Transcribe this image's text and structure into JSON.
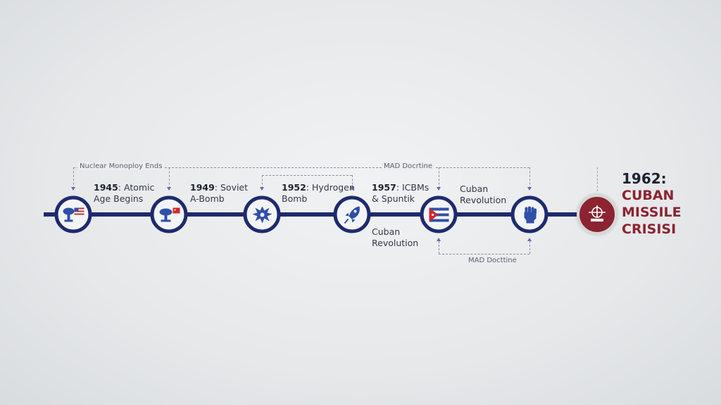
{
  "events": [
    {
      "year": "1945",
      "text_line1": ": Atomic",
      "text_line2": "Age Begins",
      "icon": "mushroom-cloud-us-flag-icon"
    },
    {
      "year": "1949",
      "text_line1": ": Soviet",
      "text_line2": "A-Bomb",
      "icon": "mushroom-cloud-soviet-flag-icon"
    },
    {
      "year": "1952",
      "text_line1": ": Hydrogen",
      "text_line2": "Bomb",
      "icon": "explosion-icon"
    },
    {
      "year": "1957",
      "text_line1": ": ICBMs",
      "text_line2": "& Spuntik",
      "icon": "rocket-icon"
    },
    {
      "icon": "cuban-flag-icon"
    },
    {
      "icon": "raised-fist-icon"
    }
  ],
  "side_labels": {
    "below_rocket": {
      "line1": "Cuban",
      "line2": "Revolution"
    },
    "after_flag": {
      "line1": "Cuban",
      "line2": "Revolution"
    }
  },
  "brackets": {
    "nuclear_monopoly": "Nuclear Monoploy Ends",
    "mad_top": "MAD Docrtine",
    "mad_bottom": "MAD Docttine"
  },
  "finale": {
    "year": "1962:",
    "title": [
      "CUBAN",
      "MISSILE",
      "CRISISI"
    ],
    "icon": "crosshair-target-icon"
  },
  "colors": {
    "line": "#1e2a6e",
    "accent_red": "#8c2330",
    "icon_blue": "#2f4fa8"
  }
}
